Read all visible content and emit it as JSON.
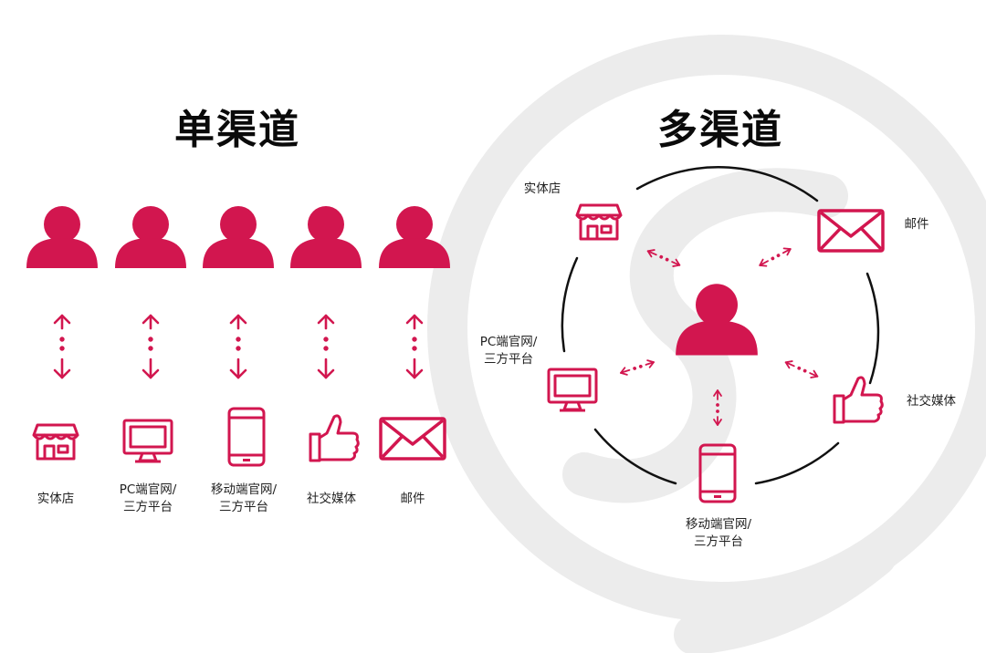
{
  "accent": "#d2164f",
  "watermark": "#ececec",
  "single": {
    "title": "单渠道",
    "channels": [
      {
        "label": [
          "实体店"
        ],
        "icon": "store-icon"
      },
      {
        "label": [
          "PC端官网/",
          "三方平台"
        ],
        "icon": "monitor-icon"
      },
      {
        "label": [
          "移动端官网/",
          "三方平台"
        ],
        "icon": "mobile-icon"
      },
      {
        "label": [
          "社交媒体"
        ],
        "icon": "thumbs-up-icon"
      },
      {
        "label": [
          "邮件"
        ],
        "icon": "envelope-icon"
      }
    ]
  },
  "multi": {
    "title": "多渠道",
    "center_icon": "user-icon",
    "channels": [
      {
        "label": [
          "实体店"
        ],
        "icon": "store-icon"
      },
      {
        "label": [
          "邮件"
        ],
        "icon": "envelope-icon"
      },
      {
        "label": [
          "PC端官网/",
          "三方平台"
        ],
        "icon": "monitor-icon"
      },
      {
        "label": [
          "社交媒体"
        ],
        "icon": "thumbs-up-icon"
      },
      {
        "label": [
          "移动端官网/",
          "三方平台"
        ],
        "icon": "mobile-icon"
      }
    ]
  }
}
